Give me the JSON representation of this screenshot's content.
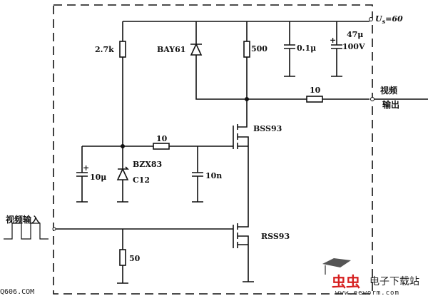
{
  "supply": {
    "label": "U",
    "subscript": "s",
    "value": "=60"
  },
  "components": {
    "r_2_7k": "2.7k",
    "diode": "BAY61",
    "r_500": "500",
    "c_0_1u": "0.1μ",
    "c_47u": "47μ",
    "c_47u_voltage": "100V",
    "r_out": "10",
    "q_upper": "BSS93",
    "r_gate": "10",
    "c_10u": "10μ",
    "zener_type": "BZX83",
    "zener_value": "C12",
    "c_10n": "10n",
    "q_lower": "RSS93",
    "r_50": "50"
  },
  "labels": {
    "video_output_1": "视频",
    "video_output_2": "输出",
    "video_input": "视频输入",
    "plus": "+"
  },
  "watermarks": {
    "left": "Q606.COM",
    "logo_red": "虫虫",
    "logo_text": "电子下载站",
    "logo_url": "www.eeworm.com"
  }
}
